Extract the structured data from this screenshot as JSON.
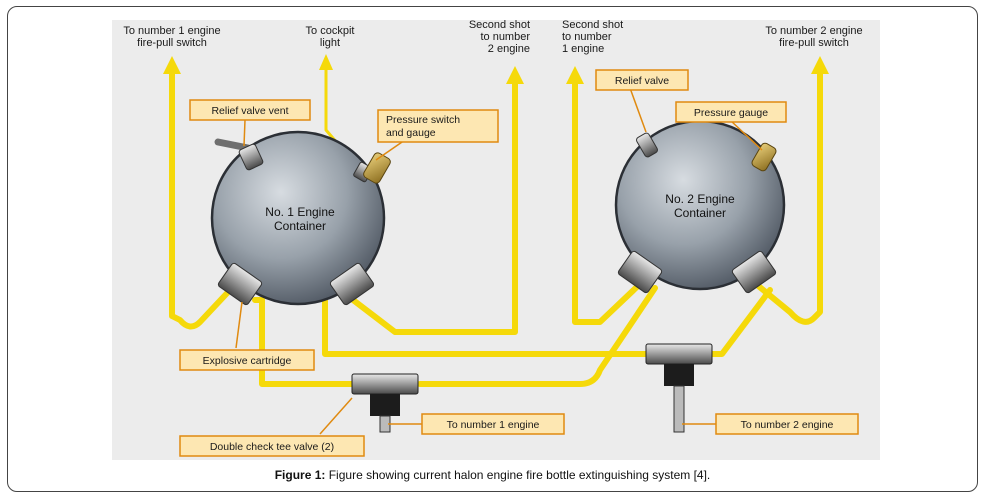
{
  "destinations": {
    "engine1_fire_pull": [
      "To number 1 engine",
      "fire-pull switch"
    ],
    "cockpit_light": [
      "To cockpit",
      "light"
    ],
    "second_shot_2": [
      "Second shot",
      "to number",
      "2 engine"
    ],
    "second_shot_1": [
      "Second shot",
      "to number",
      "1 engine"
    ],
    "engine2_fire_pull": [
      "To number 2 engine",
      "fire-pull switch"
    ]
  },
  "labels": {
    "relief_valve_vent": "Relief valve vent",
    "pressure_switch": [
      "Pressure switch",
      "and gauge"
    ],
    "relief_valve": "Relief valve",
    "pressure_gauge": "Pressure gauge",
    "explosive_cartridge": "Explosive cartridge",
    "double_check_tee": "Double check tee valve (2)",
    "to_engine_1": "To number 1 engine",
    "to_engine_2": "To number 2 engine"
  },
  "containers": {
    "no1": [
      "No. 1 Engine",
      "Container"
    ],
    "no2": [
      "No. 2 Engine",
      "Container"
    ]
  },
  "caption": {
    "prefix": "Figure 1:",
    "text": " Figure showing current halon engine fire bottle extinguishing system [4]."
  },
  "colors": {
    "pipe": "#f5d90a",
    "label_box": "#fde7b2",
    "label_border": "#e08a10",
    "container": "#9aa2ab"
  }
}
